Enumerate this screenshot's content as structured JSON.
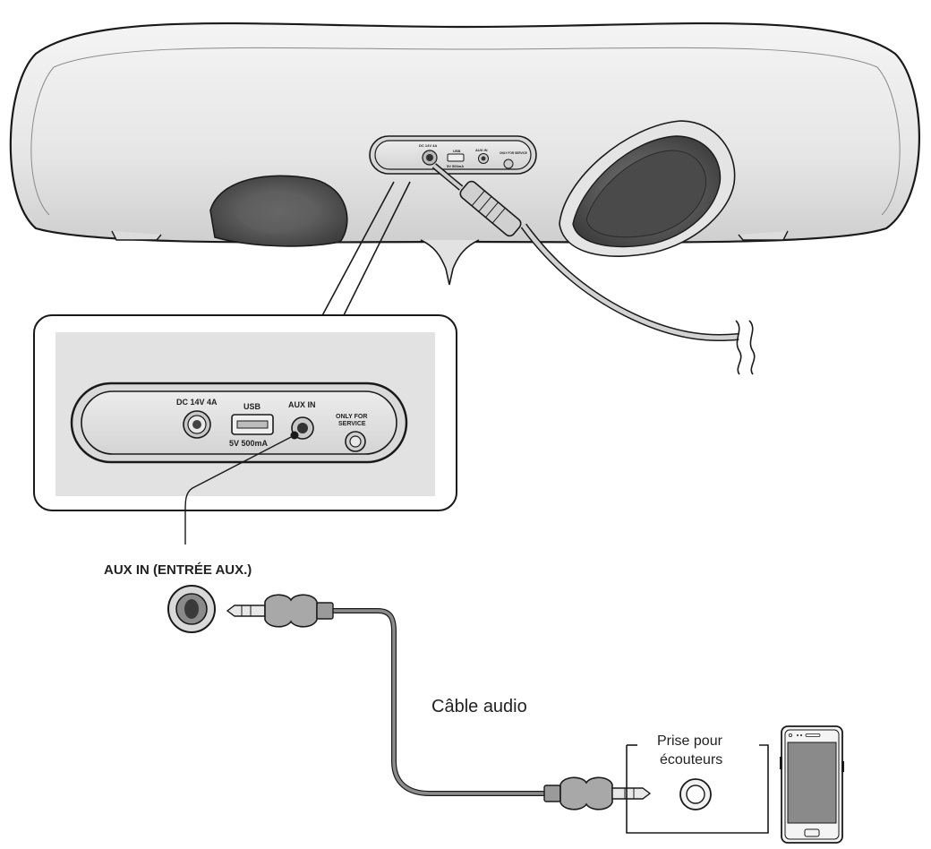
{
  "speaker_panel_small": {
    "dc_label": "DC 14V 4A",
    "usb_label": "USB",
    "usb_sub": "5V 500mA",
    "aux_label": "AUX IN",
    "service_label": "ONLY FOR SERVICE"
  },
  "zoom_panel": {
    "dc_label": "DC 14V 4A",
    "usb_label": "USB",
    "usb_sub": "5V 500mA",
    "aux_label": "AUX IN",
    "service_line1": "ONLY FOR",
    "service_line2": "SERVICE"
  },
  "aux_port_caption": "AUX IN (ENTRÉE AUX.)",
  "cable_caption": "Câble audio",
  "headphone_caption_line1": "Prise pour",
  "headphone_caption_line2": "écouteurs",
  "colors": {
    "outline": "#1a1a1a",
    "body_fill": "#e9e9e9",
    "panel_fill": "#d9d9d9",
    "dark_part": "#555555",
    "cable_gray": "#8c8c8c",
    "screen": "#8a8a8a"
  }
}
